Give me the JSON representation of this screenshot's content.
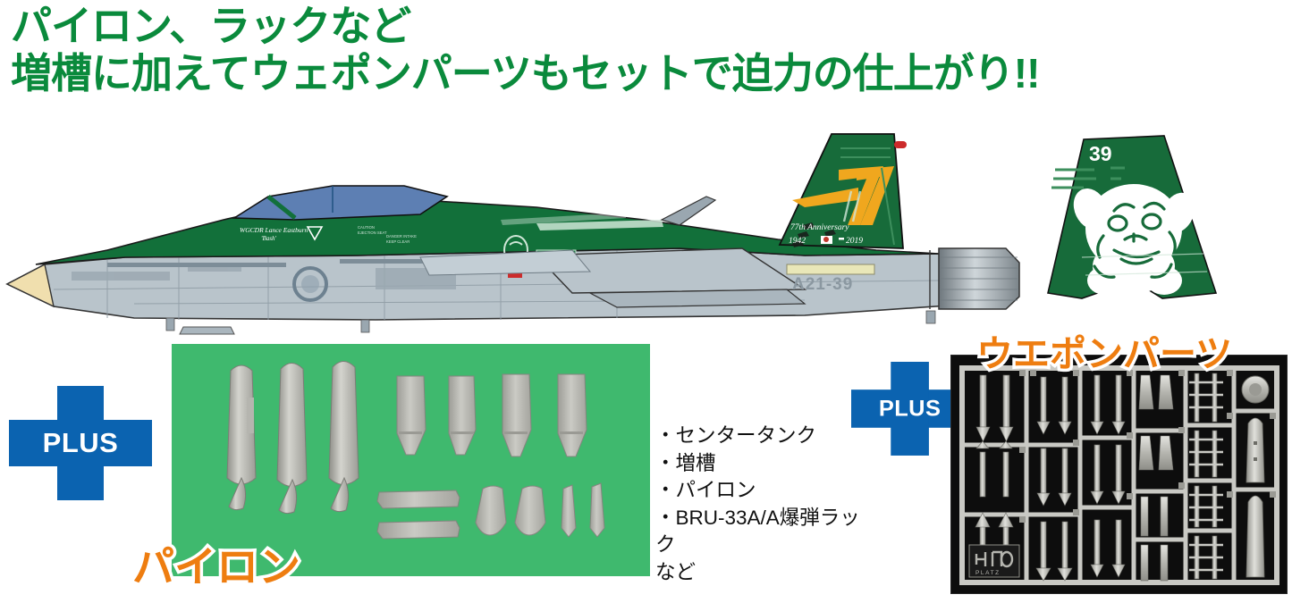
{
  "headline": {
    "line1": "パイロン、ラックなど",
    "line2": "増槽に加えてウェポンパーツもセットで迫力の仕上がり!!",
    "color": "#0a8a3c"
  },
  "aircraft": {
    "type": "F/A-18 Hornet (two-seat)",
    "serial": "A21-39",
    "tail_number": "39",
    "anniversary_line1": "77th Anniversary",
    "anniversary_line2": "1942",
    "anniversary_line3": "2019",
    "anniversary_dash": "-",
    "pilot_name_line1": "WGCDR Lance Eastburn",
    "pilot_name_line2": "'Bash'",
    "scheme_green": "#12703a",
    "scheme_grey": "#b9c4cb",
    "accent_yellow": "#f0a71e",
    "canopy_blue": "#5d7fb3",
    "emblem": "bulldog-mascot"
  },
  "plus_badges": {
    "label": "PLUS",
    "color": "#0b63b0",
    "text_color": "#ffffff"
  },
  "captions": {
    "pylon": "パイロン",
    "weapon": "ウエポンパーツ",
    "color": "#ee7d10",
    "outline": "#ffffff"
  },
  "spec_list": {
    "items": [
      "・センタータンク",
      "・増槽",
      "・パイロン",
      "・BRU-33A/A爆弾ラック",
      "など"
    ]
  },
  "pylon_photo": {
    "background": "#3fb96e",
    "contents": "3 fuel tanks, 4 pylons, 2 launch rails, 4 small fins",
    "tank_count": 3,
    "pylon_count": 4,
    "rail_count": 2,
    "small_part_count": 4
  },
  "weapon_photo": {
    "background": "#0d0d0d",
    "brand": "PLATZ",
    "contents": "weapons sprue with missiles, bombs, rockets and fuel tanks"
  }
}
